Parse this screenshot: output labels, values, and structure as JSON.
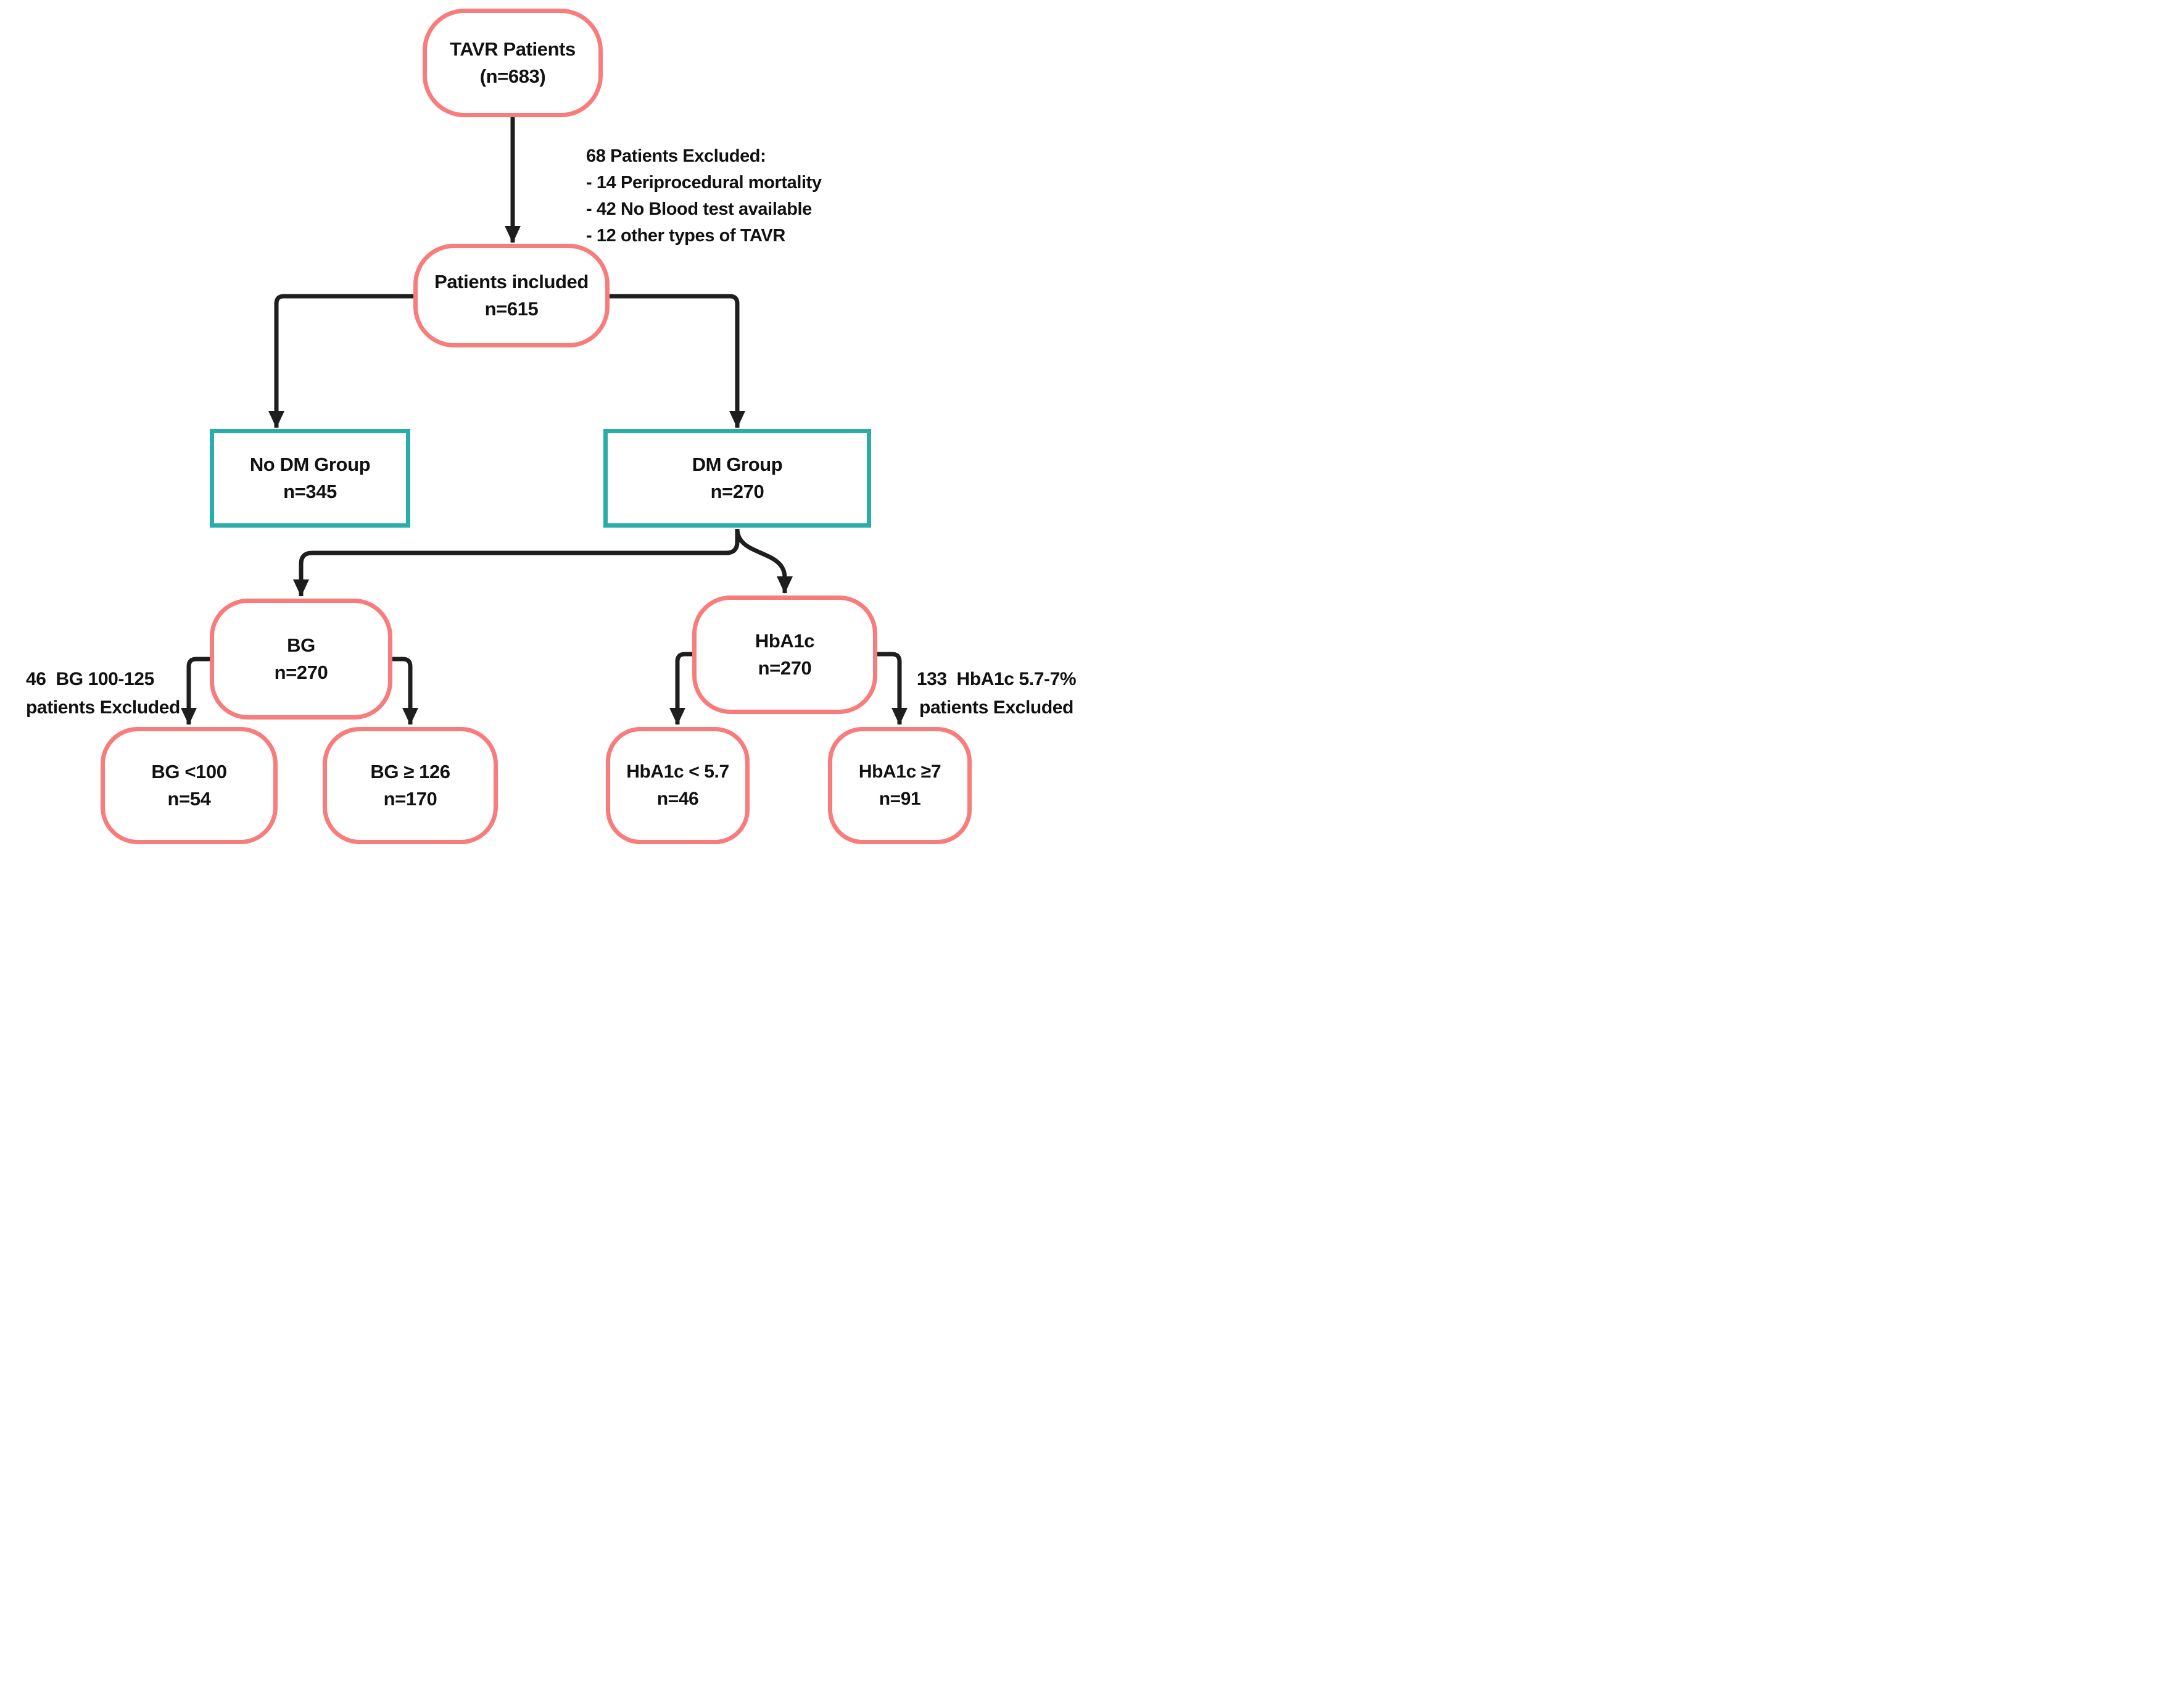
{
  "diagram": {
    "title": "TAVR patient flow diagram",
    "colors": {
      "node_border_pink": "#F87C7C",
      "group_border_teal": "#2AADA9",
      "connector_black": "#1E1E1E",
      "text": "#111111",
      "background": "#FFFFFF"
    },
    "nodes": {
      "tavr": {
        "line1": "TAVR Patients",
        "line2": "(n=683)"
      },
      "included": {
        "line1": "Patients included",
        "line2": "n=615"
      },
      "no_dm": {
        "line1": "No DM Group",
        "line2": "n=345"
      },
      "dm": {
        "line1": "DM Group",
        "line2": "n=270"
      },
      "bg": {
        "line1": "BG",
        "line2": "n=270"
      },
      "hba1c": {
        "line1": "HbA1c",
        "line2": "n=270"
      },
      "bg_low": {
        "line1": "BG <100",
        "line2": "n=54"
      },
      "bg_high": {
        "line1": "BG ≥ 126",
        "line2": "n=170"
      },
      "hba1c_low": {
        "line1": "HbA1c < 5.7",
        "line2": "n=46"
      },
      "hba1c_high": {
        "line1": "HbA1c ≥7",
        "line2": "n=91"
      }
    },
    "annotations": {
      "exclusion": {
        "line1": "68 Patients Excluded:",
        "line2": "- 14 Periprocedural mortality",
        "line3": "- 42 No Blood test available",
        "line4": "- 12 other types of TAVR"
      },
      "bg_excluded": {
        "line1": "46  BG 100-125",
        "line2": "patients Excluded"
      },
      "hba1c_excluded": {
        "line1": "133  HbA1c 5.7-7%",
        "line2": "patients Excluded"
      }
    }
  }
}
